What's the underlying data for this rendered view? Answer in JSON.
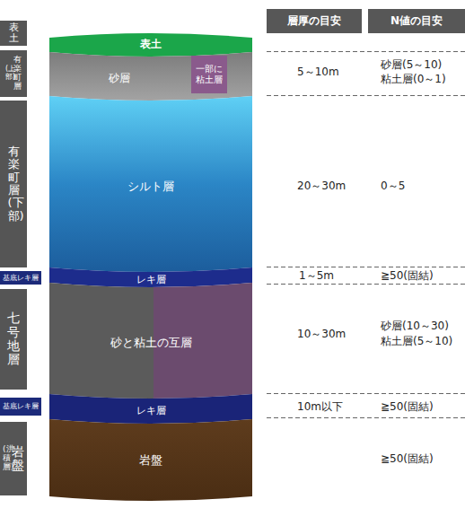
{
  "diagram": {
    "nodes": [
      {
        "text": [
          "層厚の目安"
        ]
      },
      {
        "text": [
          "N値の目安"
        ]
      },
      {
        "text": [
          "表土"
        ]
      },
      {
        "text": [
          "表土"
        ]
      },
      {
        "text": [
          "有楽町層",
          "(上部)"
        ]
      },
      {
        "text": [
          "砂層"
        ]
      },
      {
        "text": [
          "一部に粘土層"
        ],
        "in": 5
      },
      {
        "text": [
          "有楽町層(下部)"
        ]
      },
      {
        "text": [
          "シルト層"
        ]
      },
      {
        "text": [
          "基底レキ層"
        ]
      },
      {
        "text": [
          "レキ層"
        ]
      },
      {
        "text": [
          "七号地層"
        ]
      },
      {
        "text": [
          "砂と粘土の互層"
        ]
      },
      {
        "text": [
          "基底レキ層"
        ]
      },
      {
        "text": [
          "レキ層"
        ]
      },
      {
        "text": [
          "岩盤",
          "(洪積層)"
        ]
      },
      {
        "text": [
          "岩盤"
        ]
      }
    ],
    "labels": [
      "5～10m",
      "砂層(5～10)",
      "粘土層(0～1)",
      "20～30m",
      "0～5",
      "1～5m",
      "≧50(固結)",
      "10～30m",
      "砂層(10～30)",
      "粘土層(5～10)",
      "10m以下",
      "≧50(固結)",
      "≧50(固結)"
    ]
  }
}
